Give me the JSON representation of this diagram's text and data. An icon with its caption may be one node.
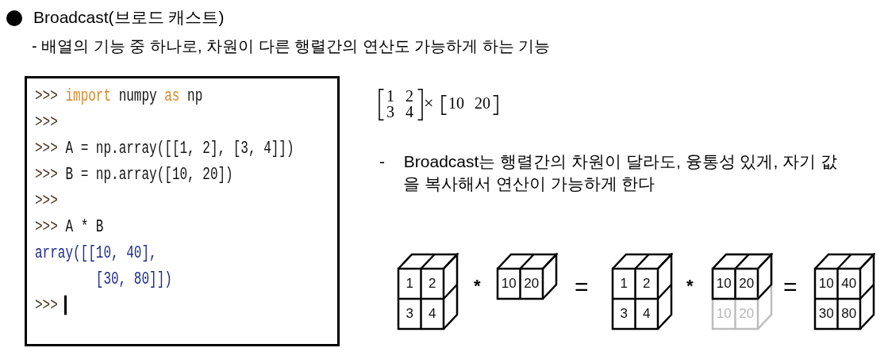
{
  "diagram": {
    "title": "Broadcast(브로드 캐스트)",
    "nodes": [
      {
        "text": [
          ">>> import numpy as np",
          ">>>",
          ">>> A = np.array([[1, 2], [3, 4]])",
          ">>> B = np.array([10, 20])",
          ">>>",
          ">>> A * B",
          "array([[10, 40],",
          "[30, 80]])",
          ">>>"
        ]
      },
      {
        "text": [
          "1",
          "2",
          "3",
          "4"
        ]
      },
      {
        "text": [
          "10",
          "20"
        ]
      },
      {
        "text": [
          "1",
          "2",
          "3",
          "4"
        ]
      },
      {
        "text": [
          "10",
          "20",
          "10",
          "20"
        ]
      },
      {
        "text": [
          "10",
          "40",
          "30",
          "80"
        ]
      }
    ],
    "labels": [
      "- 배열의 기능 중 하나로, 차원이 다른 행렬간의 연산도 가능하게 하는 기능",
      "1",
      "2",
      "3",
      "4",
      "×",
      "10",
      "20",
      "- Broadcast는 행렬간의 차원이 달라도, 융통성 있게, 자기 값을 복사해서 연산이 가능하게 한다",
      "*",
      "=",
      "*",
      "="
    ]
  }
}
